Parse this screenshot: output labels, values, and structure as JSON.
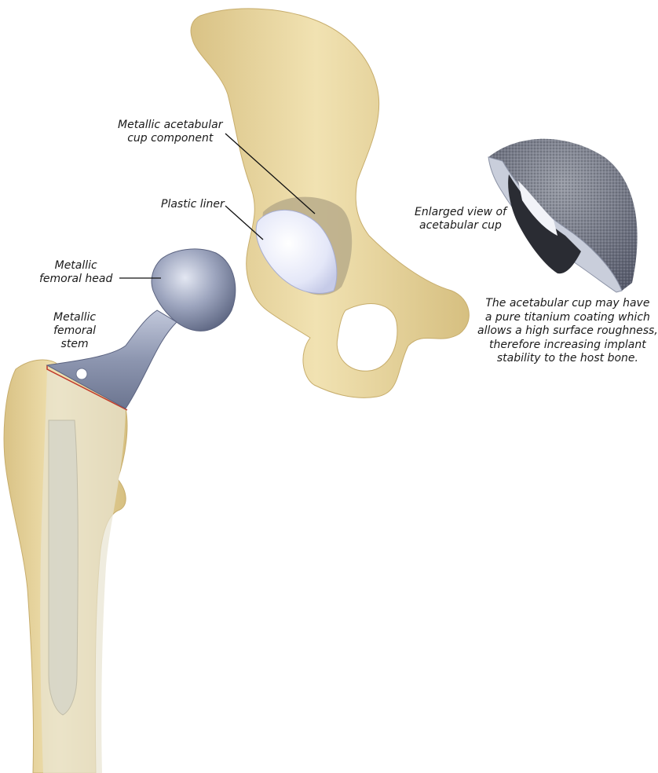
{
  "diagram": {
    "subject": "Total hip replacement implant components",
    "colors": {
      "bone": "#ebd9a4",
      "bone_shadow": "#d4bd7c",
      "metal": "#8a93ac",
      "metal_light": "#c9cfdf",
      "liner": "#e6e9f7",
      "cup_coating": "#6e727d",
      "cut_line": "#c0392b",
      "leader_line": "#111111"
    }
  },
  "labels": {
    "acetabular_cup": {
      "line1": "Metallic acetabular",
      "line2": "cup component"
    },
    "plastic_liner": {
      "line1": "Plastic liner"
    },
    "enlarged_view": {
      "line1": "Enlarged view of",
      "line2": "acetabular cup"
    },
    "femoral_head": {
      "line1": "Metallic",
      "line2": "femoral head"
    },
    "femoral_stem": {
      "line1": "Metallic",
      "line2": "femoral",
      "line3": "stem"
    }
  },
  "note": {
    "line1": "The acetabular cup may have",
    "line2": "a pure titanium coating which",
    "line3": "allows a high surface roughness,",
    "line4": "therefore increasing implant",
    "line5": "stability to the host bone."
  }
}
